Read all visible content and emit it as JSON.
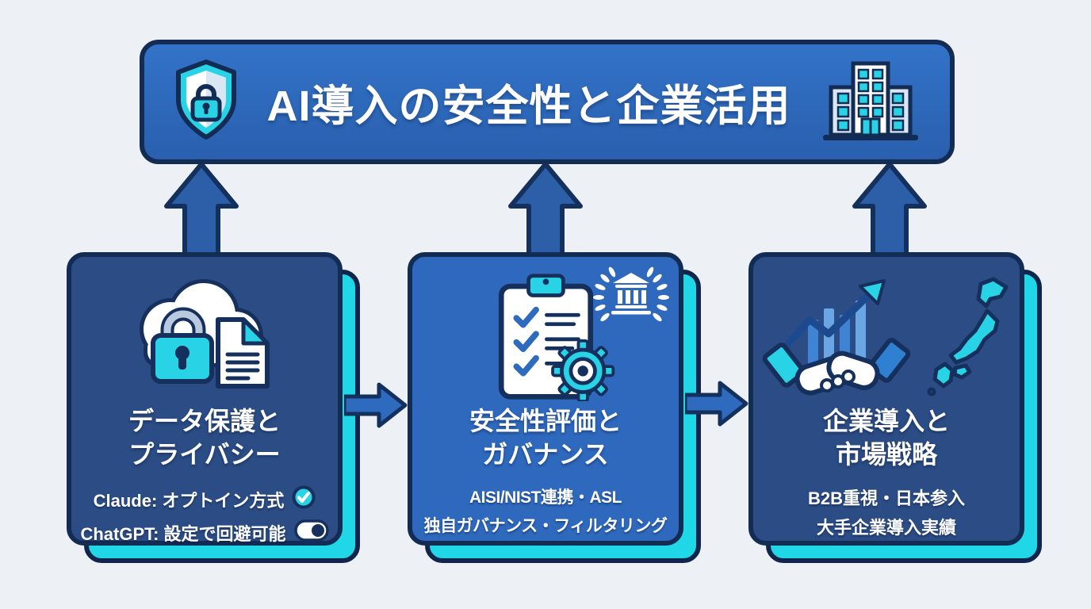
{
  "banner": {
    "title": "AI導入の安全性と企業活用",
    "left_icon": "shield-lock-icon",
    "right_icon": "office-building-icon"
  },
  "cards": [
    {
      "icon": "cloud-lock-document-icon",
      "title_line1": "データ保護と",
      "title_line2": "プライバシー",
      "details": [
        {
          "text": "Claude: オプトイン方式",
          "icon": "check-circle-icon"
        },
        {
          "text": "ChatGPT: 設定で回避可能",
          "icon": "toggle-on-icon"
        }
      ]
    },
    {
      "icon": "clipboard-gear-icon",
      "badge_icon": "laurel-institution-icon",
      "title_line1": "安全性評価と",
      "title_line2": "ガバナンス",
      "details": [
        {
          "text": "AISI/NIST連携・ASL"
        },
        {
          "text": "独自ガバナンス・フィルタリング"
        }
      ]
    },
    {
      "icon": "handshake-growth-icon",
      "icon2": "japan-map-icon",
      "title_line1": "企業導入と",
      "title_line2": "市場戦略",
      "details": [
        {
          "text": "B2B重視・日本参入"
        },
        {
          "text": "大手企業導入実績"
        }
      ]
    }
  ],
  "colors": {
    "page_bg": "#edf1f6",
    "banner_fill": "#2e68b9",
    "dark_card_fill": "#2b4c84",
    "light_card_fill": "#2e69bd",
    "outline_navy": "#132c54",
    "shadow_cyan": "#1fd7e6",
    "accent_cyan": "#29d3e6",
    "arrow_fill": "#2d5fa9",
    "text": "#ffffff"
  }
}
